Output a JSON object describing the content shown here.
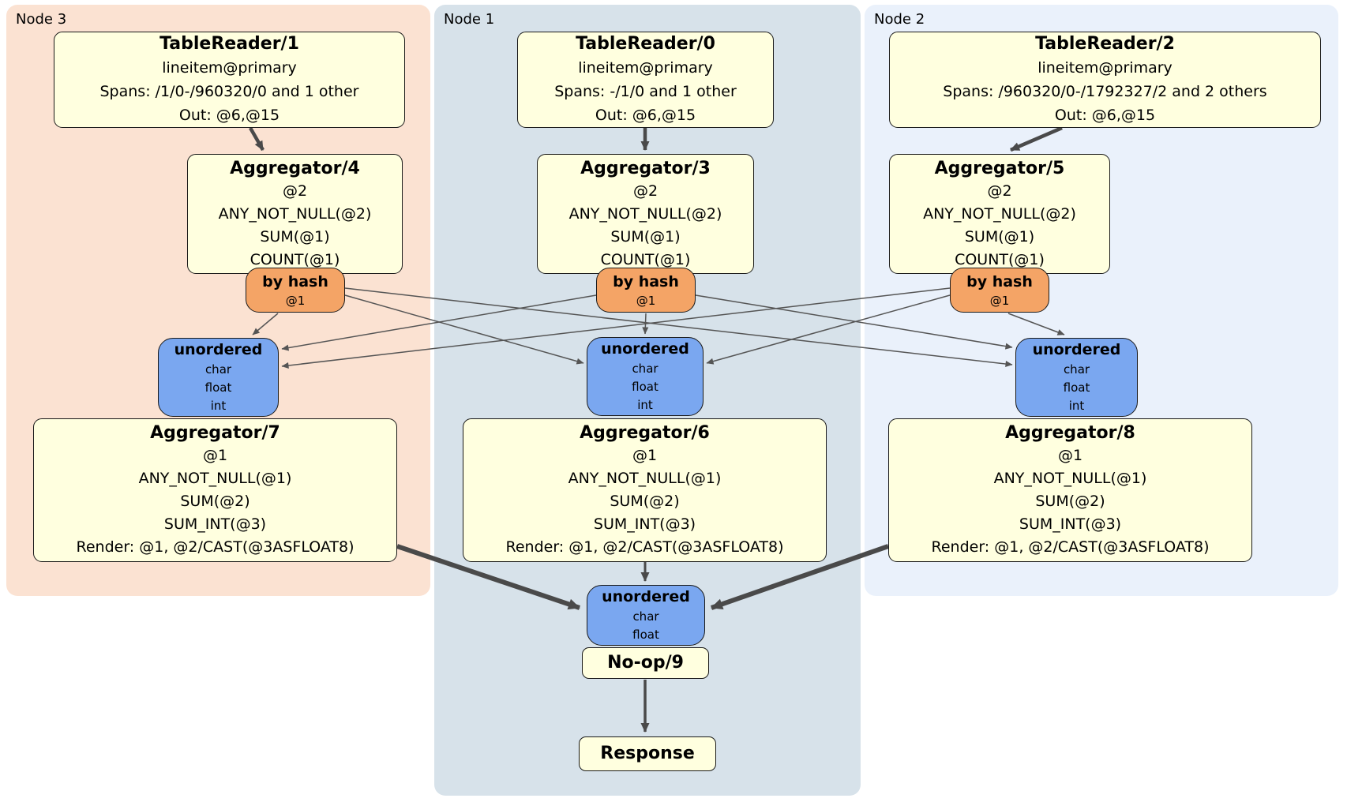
{
  "panels": {
    "node3": {
      "label": "Node 3",
      "bg": "#fbe2d2"
    },
    "node1": {
      "label": "Node 1",
      "bg": "#d7e2ea"
    },
    "node2": {
      "label": "Node 2",
      "bg": "#eaf1fb"
    }
  },
  "colors": {
    "processor_box": "#ffffdf",
    "router_box": "#f4a466",
    "stream_box": "#7aa7f0",
    "edge": "#4a4a4a"
  },
  "boxes": {
    "tr1": {
      "title": "TableReader/1",
      "lines": [
        "lineitem@primary",
        "Spans: /1/0-/960320/0 and 1 other",
        "Out: @6,@15"
      ]
    },
    "tr0": {
      "title": "TableReader/0",
      "lines": [
        "lineitem@primary",
        "Spans: -/1/0 and 1 other",
        "Out: @6,@15"
      ]
    },
    "tr2": {
      "title": "TableReader/2",
      "lines": [
        "lineitem@primary",
        "Spans: /960320/0-/1792327/2 and 2 others",
        "Out: @6,@15"
      ]
    },
    "agg4": {
      "title": "Aggregator/4",
      "lines": [
        "@2",
        "ANY_NOT_NULL(@2)",
        "SUM(@1)",
        "COUNT(@1)"
      ]
    },
    "agg3": {
      "title": "Aggregator/3",
      "lines": [
        "@2",
        "ANY_NOT_NULL(@2)",
        "SUM(@1)",
        "COUNT(@1)"
      ]
    },
    "agg5": {
      "title": "Aggregator/5",
      "lines": [
        "@2",
        "ANY_NOT_NULL(@2)",
        "SUM(@1)",
        "COUNT(@1)"
      ]
    },
    "byhash_l": {
      "title": "by hash",
      "lines": [
        "@1"
      ]
    },
    "byhash_m": {
      "title": "by hash",
      "lines": [
        "@1"
      ]
    },
    "byhash_r": {
      "title": "by hash",
      "lines": [
        "@1"
      ]
    },
    "un7": {
      "title": "unordered",
      "lines": [
        "char",
        "float",
        "int"
      ]
    },
    "un6": {
      "title": "unordered",
      "lines": [
        "char",
        "float",
        "int"
      ]
    },
    "un8": {
      "title": "unordered",
      "lines": [
        "char",
        "float",
        "int"
      ]
    },
    "agg7": {
      "title": "Aggregator/7",
      "lines": [
        "@1",
        "ANY_NOT_NULL(@1)",
        "SUM(@2)",
        "SUM_INT(@3)",
        "Render: @1, @2/CAST(@3ASFLOAT8)"
      ]
    },
    "agg6": {
      "title": "Aggregator/6",
      "lines": [
        "@1",
        "ANY_NOT_NULL(@1)",
        "SUM(@2)",
        "SUM_INT(@3)",
        "Render: @1, @2/CAST(@3ASFLOAT8)"
      ]
    },
    "agg8": {
      "title": "Aggregator/8",
      "lines": [
        "@1",
        "ANY_NOT_NULL(@1)",
        "SUM(@2)",
        "SUM_INT(@3)",
        "Render: @1, @2/CAST(@3ASFLOAT8)"
      ]
    },
    "un_final": {
      "title": "unordered",
      "lines": [
        "char",
        "float"
      ]
    },
    "noop": {
      "title": "No-op/9"
    },
    "response": {
      "title": "Response"
    }
  }
}
